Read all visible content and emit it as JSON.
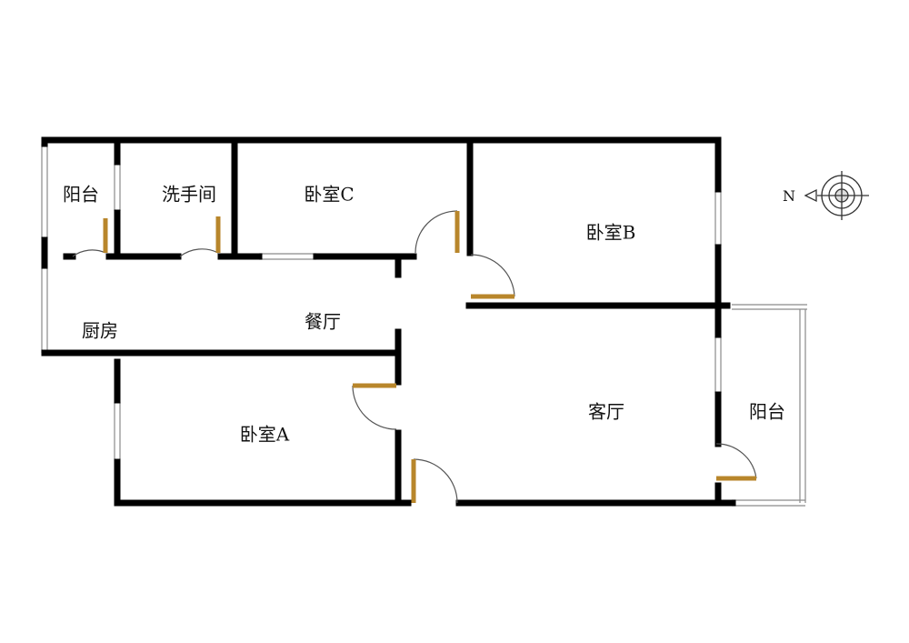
{
  "rooms": {
    "balcony_nw": "阳台",
    "washroom": "洗手间",
    "bedroom_c": "卧室C",
    "bedroom_b": "卧室B",
    "kitchen": "厨房",
    "dining": "餐厅",
    "bedroom_a": "卧室A",
    "living": "客厅",
    "balcony_e": "阳台"
  },
  "compass": {
    "letter": "N"
  },
  "colors": {
    "wall": "#000000",
    "door": "#b8862b",
    "window": "#9a9a9a"
  }
}
